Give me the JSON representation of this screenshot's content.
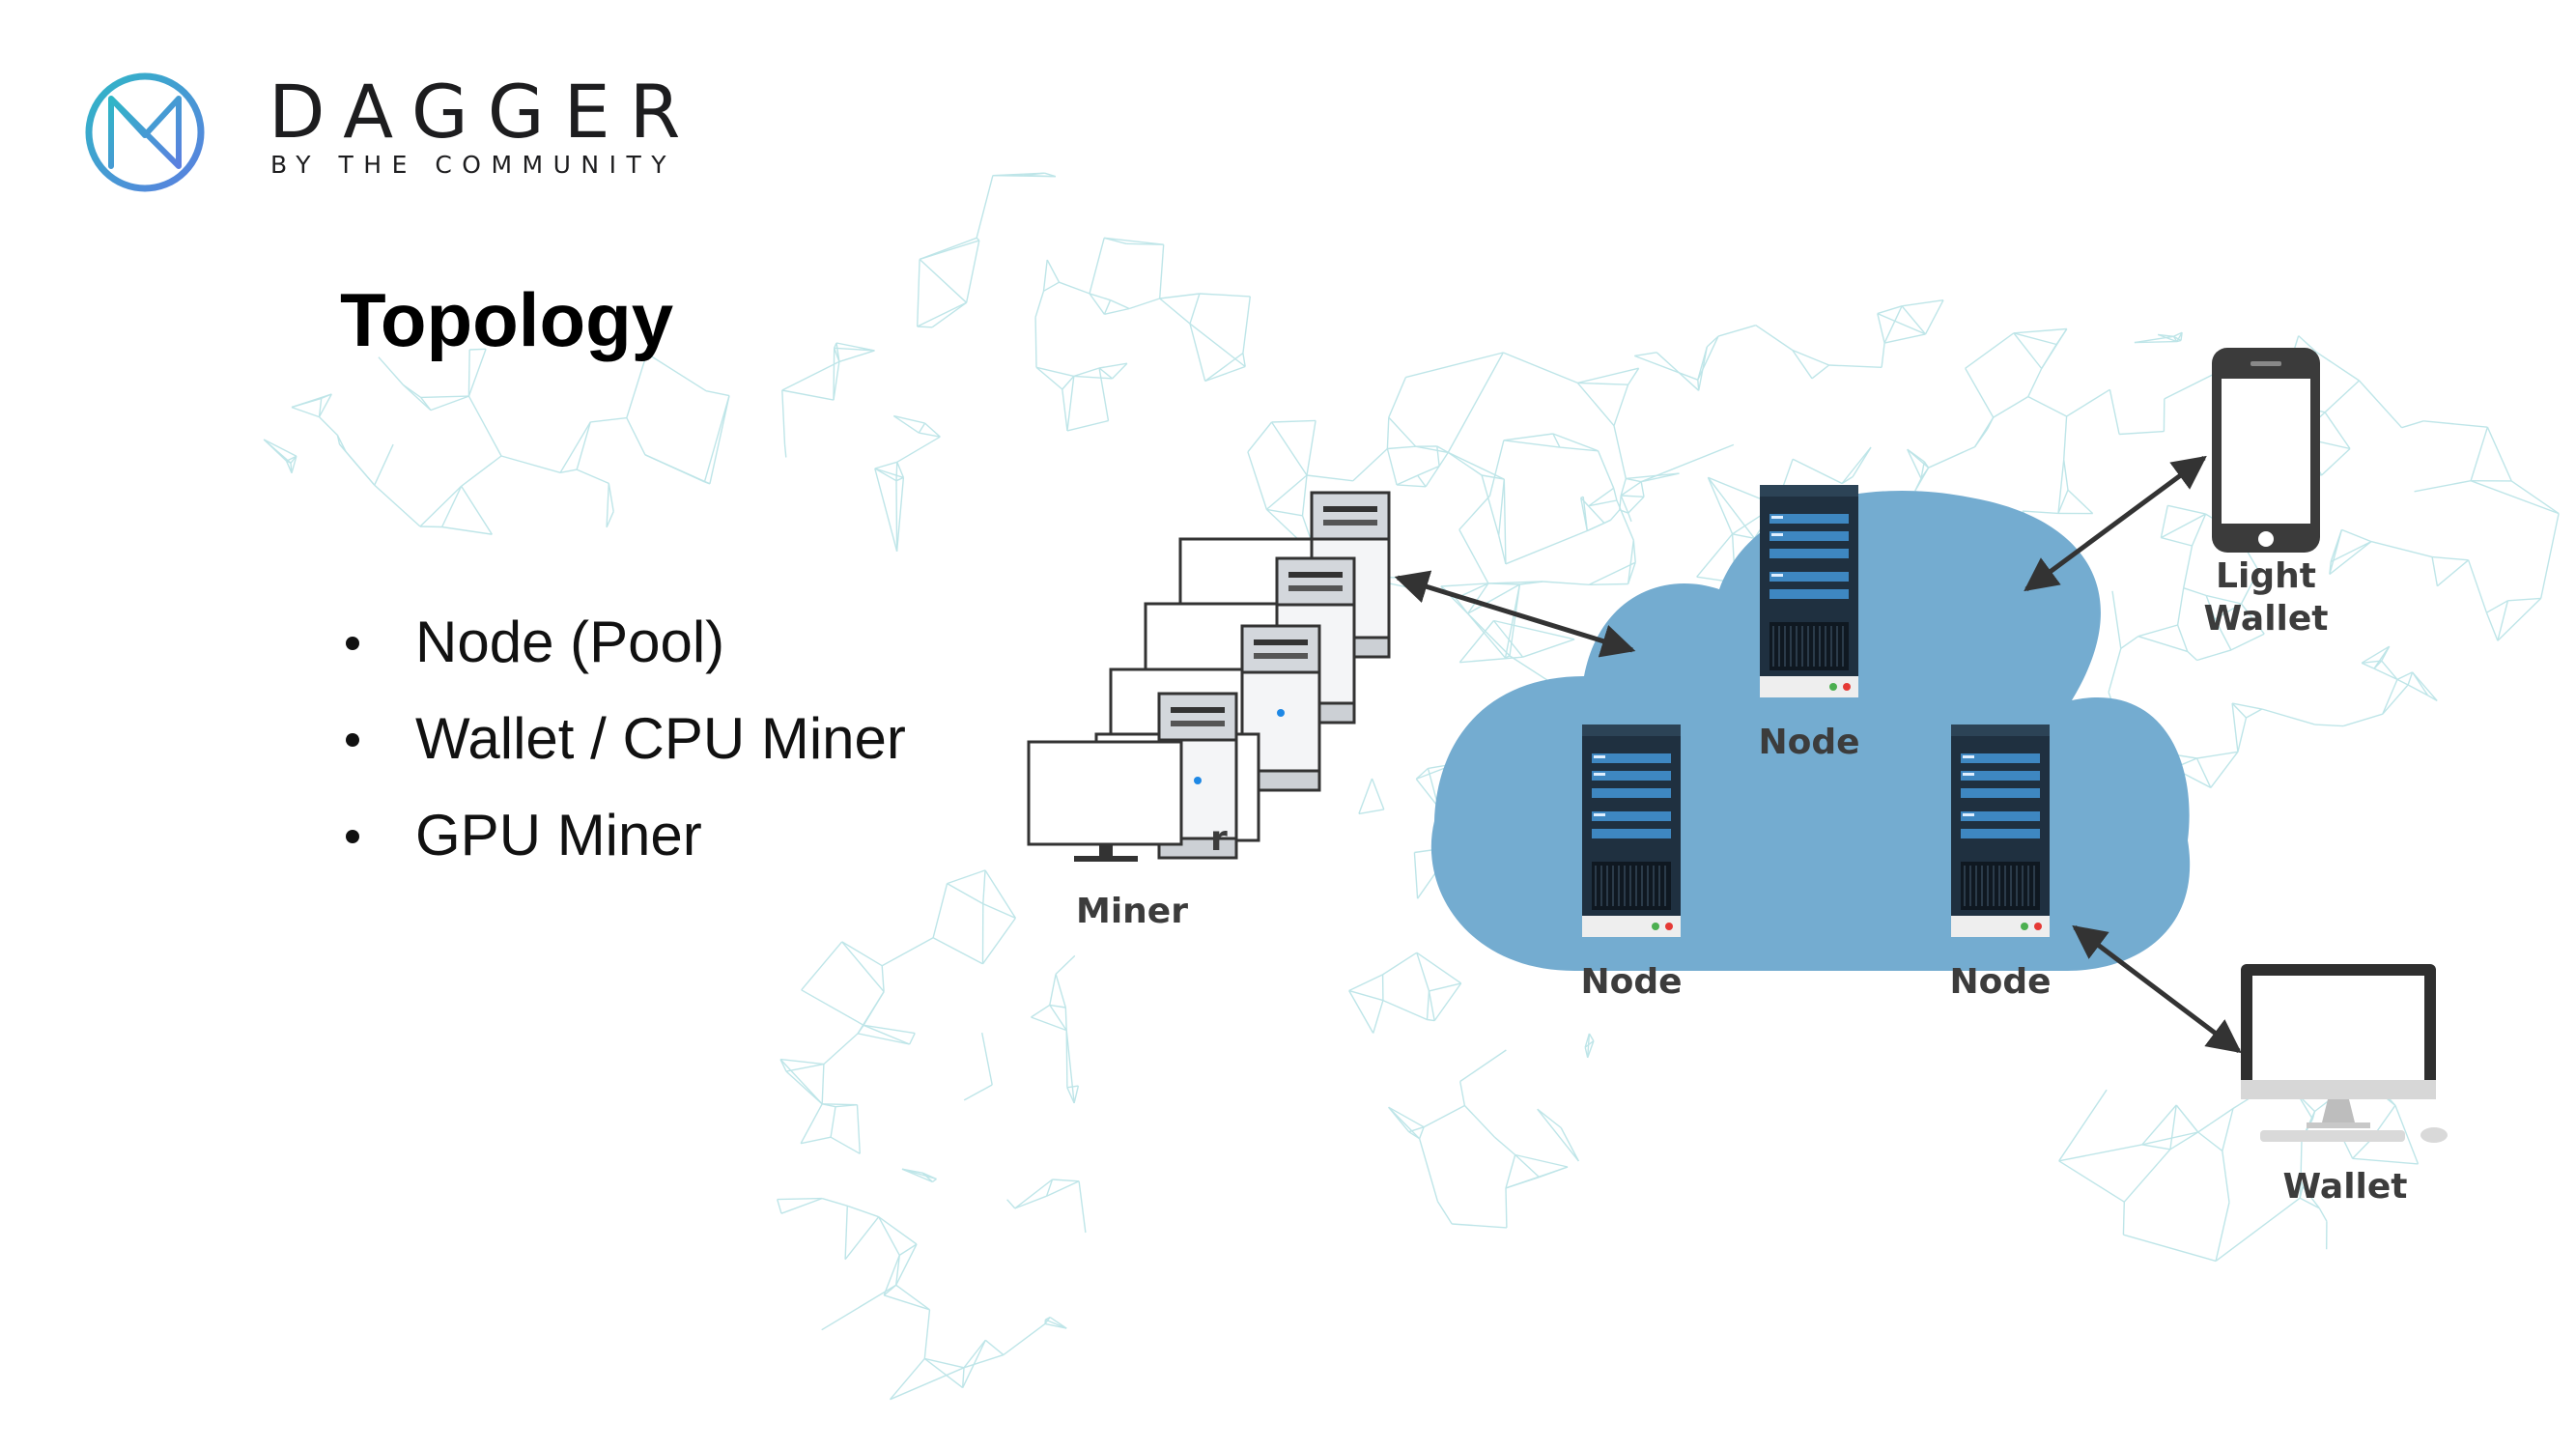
{
  "brand": {
    "name": "DAGGER",
    "tagline": "BY THE COMMUNITY",
    "logo_icon": "dagger-logo-icon",
    "accent_color": "#4aa3d8"
  },
  "slide": {
    "title": "Topology",
    "bullets": [
      "Node (Pool)",
      "Wallet / CPU Miner",
      "GPU Miner"
    ]
  },
  "diagram": {
    "cloud_color": "#74acd0",
    "background_icon": "world-map-mesh-icon",
    "nodes": {
      "top_label": "Node",
      "left_label": "Node",
      "right_label": "Node"
    },
    "miner": {
      "label": "Miner",
      "hidden_fragment": "r"
    },
    "light_wallet": {
      "label_line1": "Light",
      "label_line2": "Wallet"
    },
    "wallet": {
      "label": "Wallet"
    }
  }
}
